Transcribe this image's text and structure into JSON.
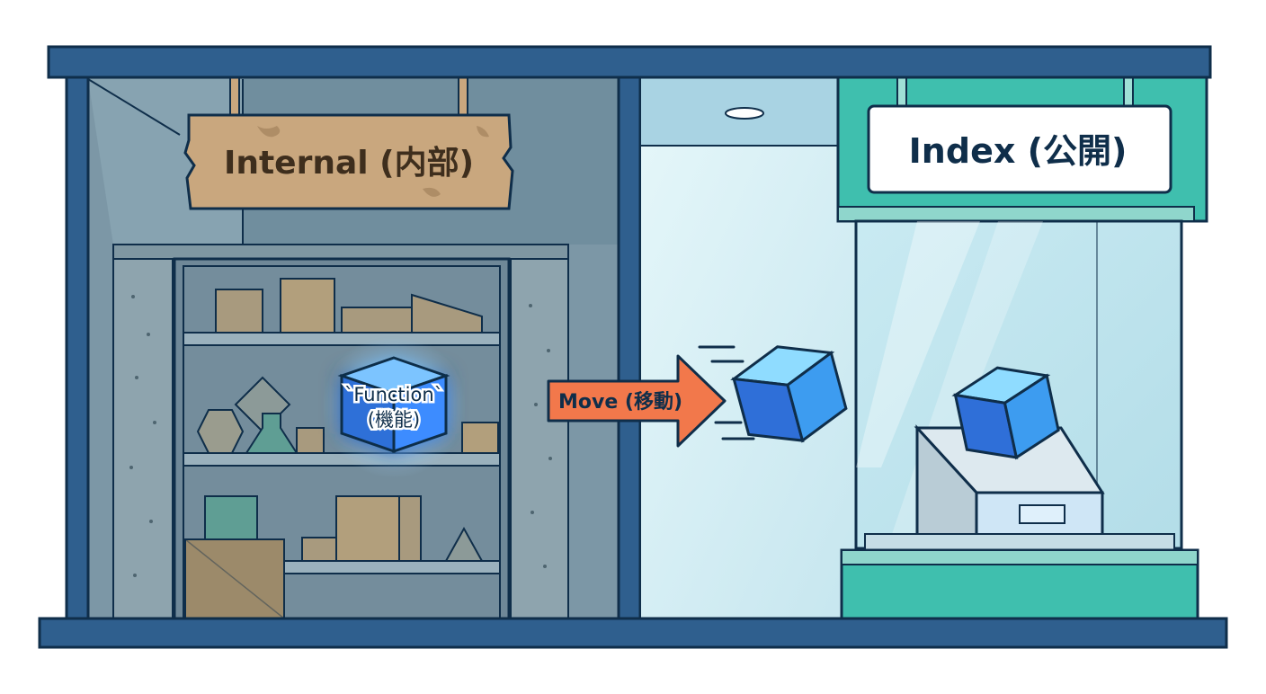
{
  "labels": {
    "internal_sign": "Internal (内部)",
    "function_line1": "`Function`",
    "function_line2": "(機能)",
    "move_arrow": "Move (移動)",
    "index_sign": "Index (公開)"
  },
  "colors": {
    "outline": "#0f2e4a",
    "frame_blue": "#2f5f8e",
    "internal_wall": "#6d8a9a",
    "wood_sign": "#c9a77e",
    "function_glow": "#3d8cff",
    "arrow_orange": "#f2784b",
    "glass_light": "#cdebf2",
    "index_teal": "#3fbfae",
    "cube_blue": "#2f7fe6"
  },
  "icons": {
    "sign_board": "wood-sign-icon",
    "function_cube": "glowing-cube-icon",
    "moving_cube": "cube-icon",
    "display_cube": "cube-icon",
    "ceiling_lamp": "lamp-icon"
  }
}
